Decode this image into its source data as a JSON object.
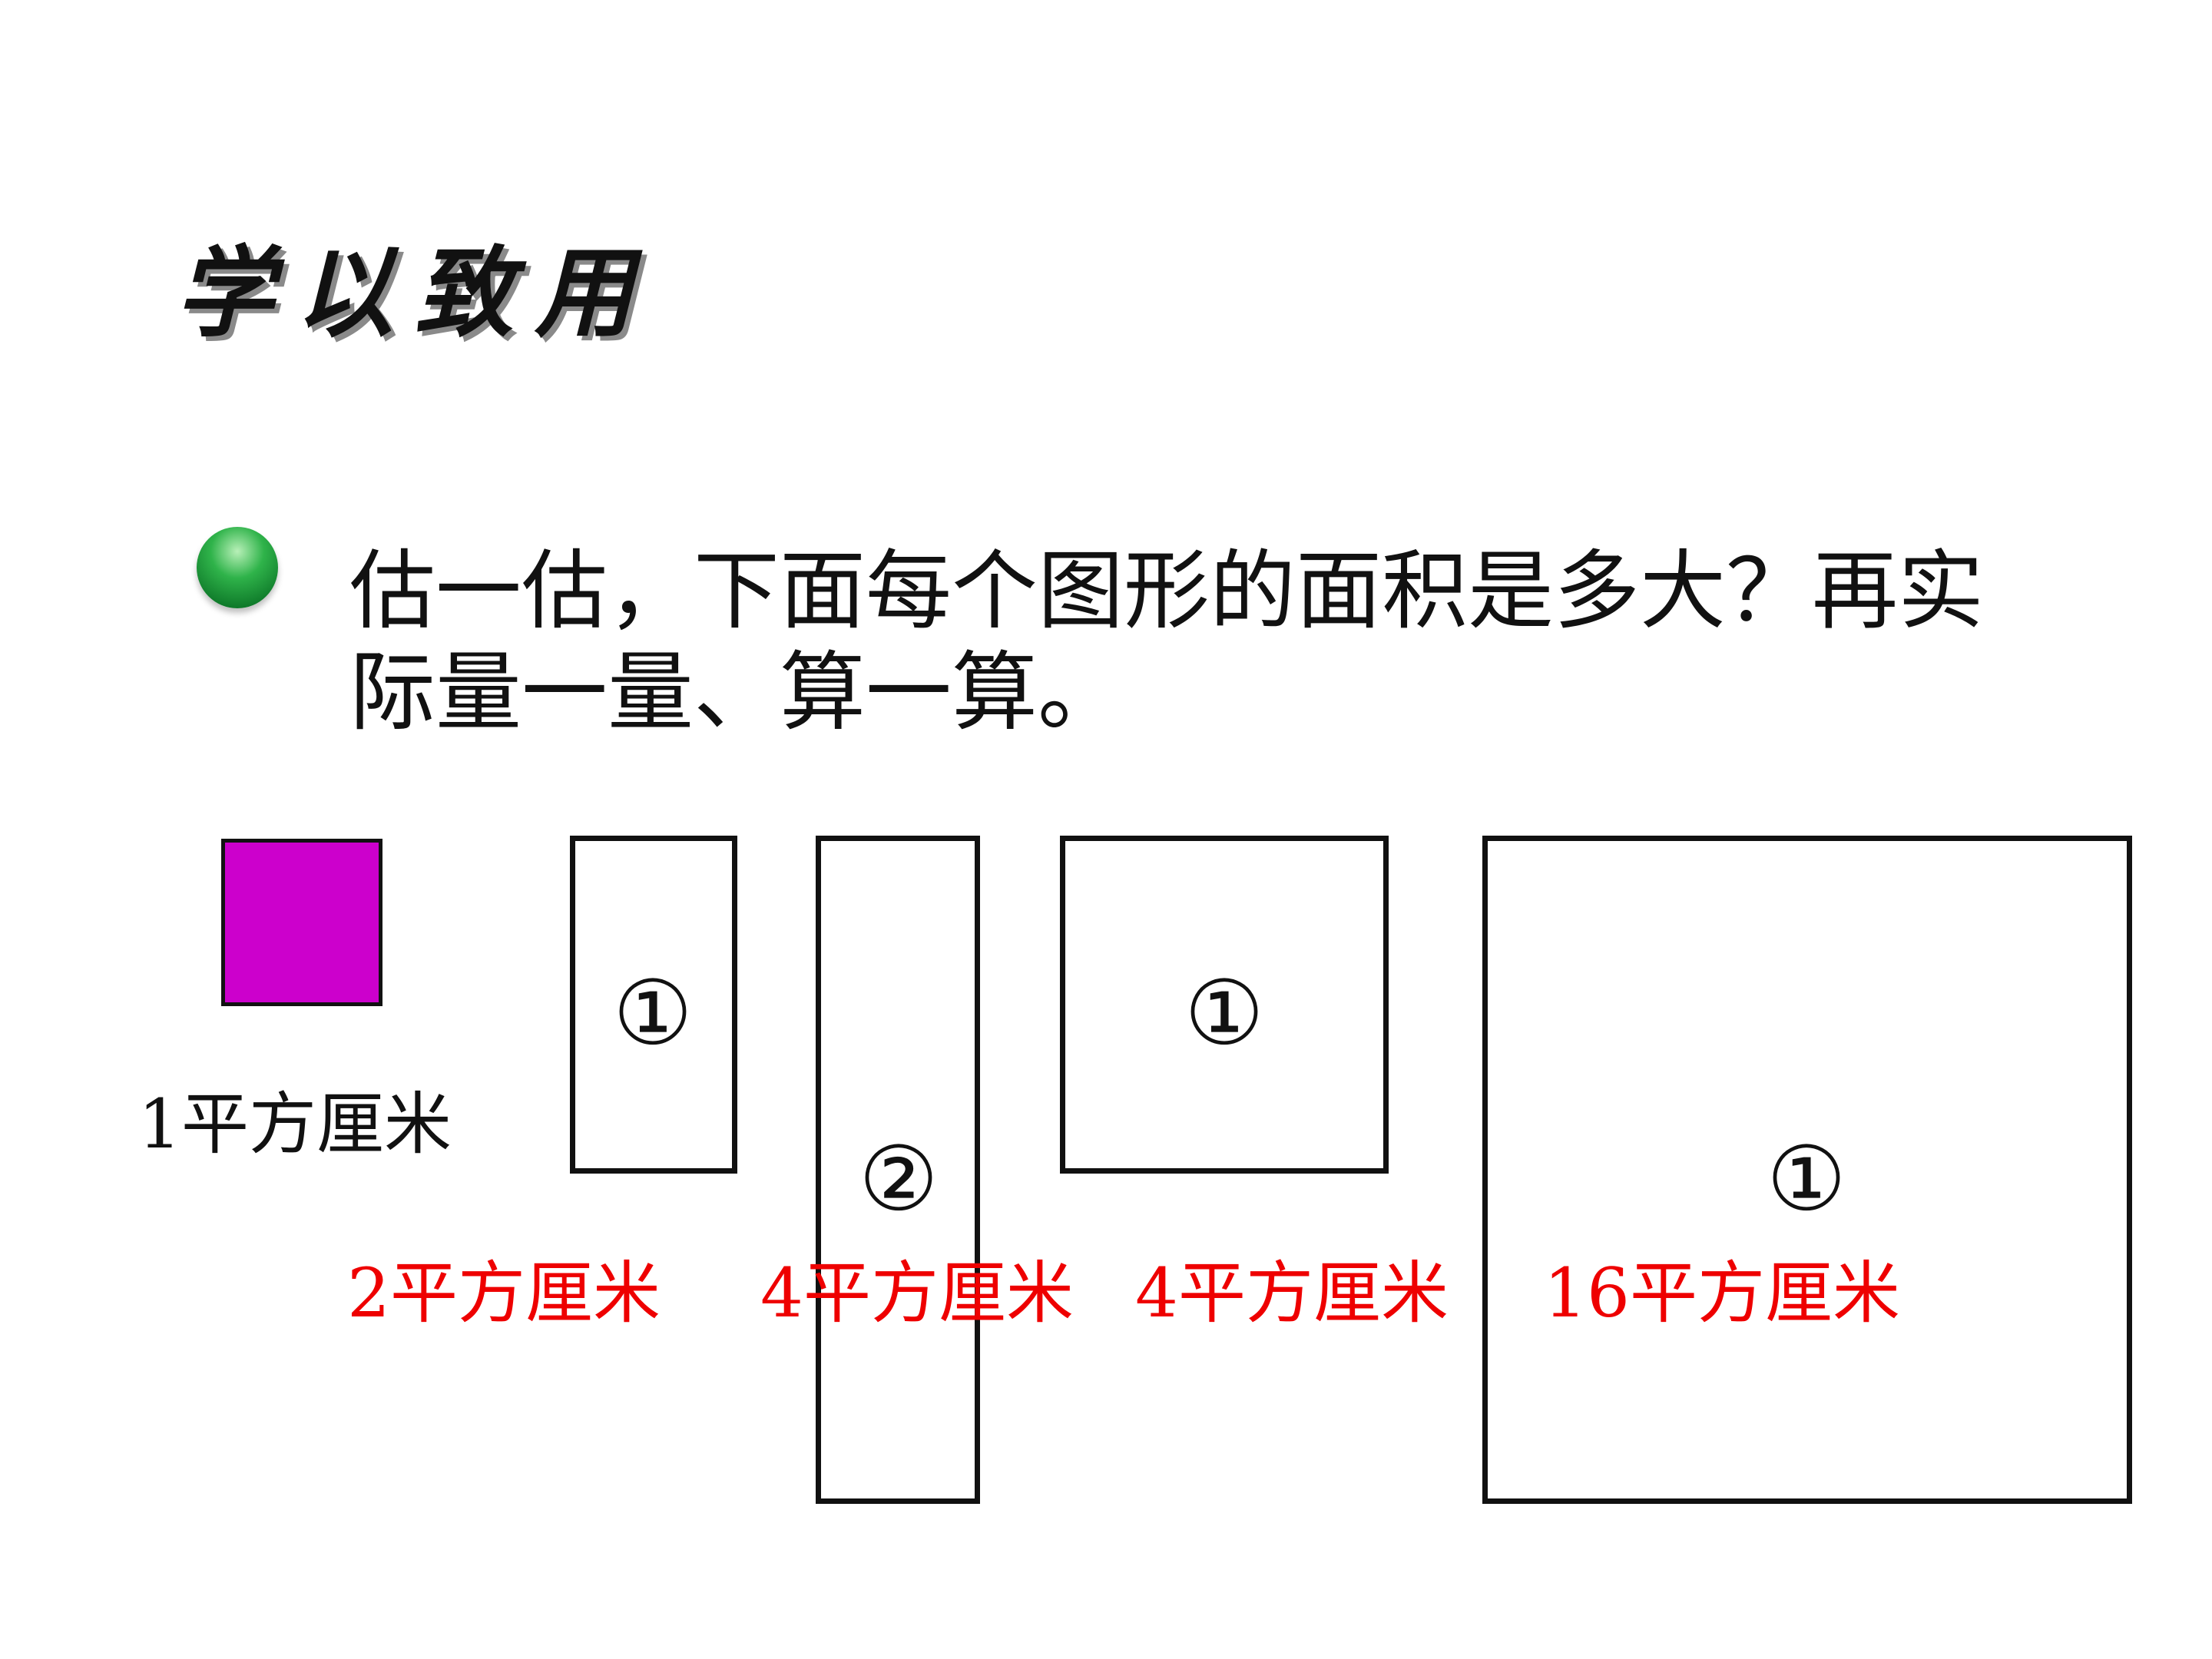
{
  "title": "学以致用",
  "question": {
    "line1": "估一估，下面每个图形的面积是多大？再实",
    "line2": "际量一量、算一算。"
  },
  "unit": {
    "label": "1平方厘米",
    "color": "#cc00cc"
  },
  "shapes": [
    {
      "number": "①"
    },
    {
      "number": "②"
    },
    {
      "number": "①"
    },
    {
      "number": "①"
    }
  ],
  "answers": {
    "color": "#ee0000",
    "items": [
      "2平方厘米",
      "4平方厘米",
      "4平方厘米",
      "16平方厘米"
    ]
  }
}
